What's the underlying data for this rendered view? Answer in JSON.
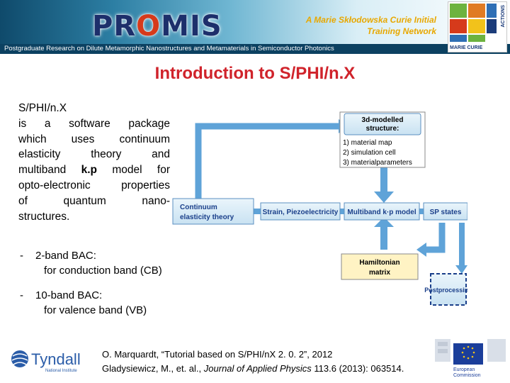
{
  "header": {
    "logo_prefix": "PR",
    "logo_accent": "O",
    "logo_suffix": "MIS",
    "network_line1": "A Marie Skłodowska Curie Initial",
    "network_line2": "Training Network",
    "subtitle": "Postgraduate Research on Dilute Metamorphic Nanostructures and Metamaterials in Semiconductor Photonics",
    "mc_logo_actions": "ACTIONS",
    "mc_logo_label": "MARIE CURIE"
  },
  "slide": {
    "title": "Introduction to S/PHI/n.X",
    "intro_lines": [
      "S/PHI/n.X",
      "is a software package",
      "which uses continuum",
      "elasticity theory and",
      "multiband",
      "k.p",
      "model for",
      "opto-electronic properties",
      "of quantum nano-",
      "structures."
    ],
    "bullets": [
      {
        "dash": "-",
        "main": "2-band BAC:",
        "sub": "for conduction band (CB)"
      },
      {
        "dash": "-",
        "main": "10-band BAC:",
        "sub": "for valence band (VB)"
      }
    ]
  },
  "diagram": {
    "structure_title": "3d-modelled structure:",
    "structure_items": [
      "1) material map",
      "2) simulation cell",
      "3) materialparameters"
    ],
    "continuum_line1": "Continuum",
    "continuum_line2": "elasticity theory",
    "strain": "Strain, Piezoelectricity",
    "multiband": "Multiband k·p model",
    "sp_states": "SP states",
    "hamiltonian_line1": "Hamiltonian",
    "hamiltonian_line2": "matrix",
    "postprocessing": "Postprocessing",
    "colors": {
      "box_fill": "#d8edf8",
      "box_border": "#5b8fc0",
      "arrow": "#5fa3d8",
      "accent_box": "#fff3c4"
    }
  },
  "reference": {
    "line1": "O. Marquardt, “Tutorial based on S/PHI/nX 2. 0. 2”, 2012",
    "line2_pre": "Gladysiewicz, M., et. al.,",
    "line2_journal": "Journal of Applied Physics",
    "line2_post": "113.6 (2013): 063514."
  },
  "footer": {
    "tyndall_name": "Tyndall",
    "tyndall_sub": "National Institute",
    "eu_label_line1": "European",
    "eu_label_line2": "Commission"
  }
}
